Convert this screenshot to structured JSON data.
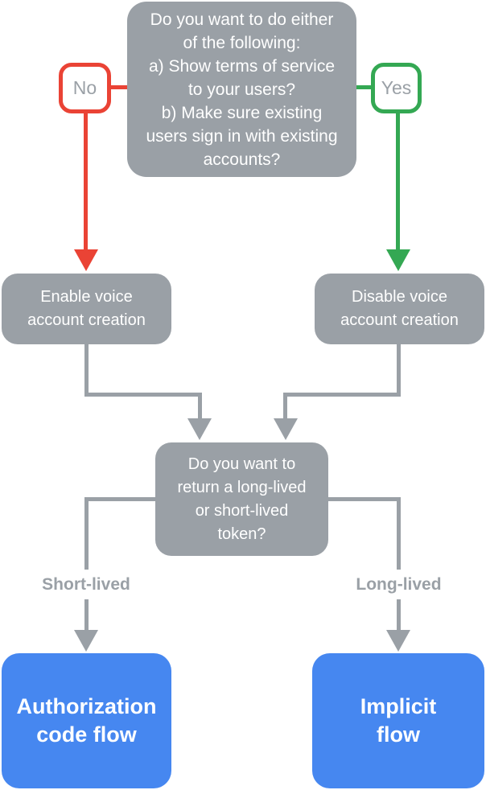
{
  "colors": {
    "gray": "#9AA0A6",
    "red": "#EA4335",
    "green": "#34A853",
    "blue": "#4687F0",
    "node-text": "#FFFFFF",
    "label-text": "#9AA0A6"
  },
  "flowchart": {
    "root_question": "Do you want to do either\nof the following:\na) Show terms of service\nto your users?\nb) Make sure existing\nusers sign in with existing\naccounts?",
    "no_label": "No",
    "yes_label": "Yes",
    "enable_node": "Enable voice\naccount creation",
    "disable_node": "Disable voice\naccount creation",
    "token_question": "Do you want to\nreturn a long-lived\nor short-lived\ntoken?",
    "short_lived_label": "Short-lived",
    "long_lived_label": "Long-lived",
    "auth_code_node": "Authorization\ncode flow",
    "implicit_node": "Implicit\nflow"
  }
}
